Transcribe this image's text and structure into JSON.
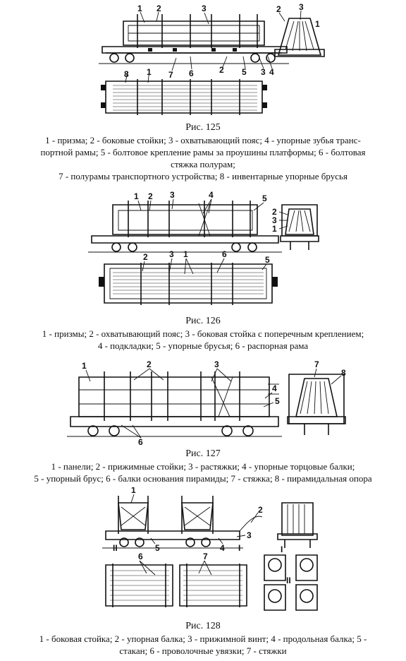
{
  "figures": [
    {
      "title": "Рис. 125",
      "labels": [
        "1",
        "2",
        "3",
        "4",
        "5",
        "6",
        "7",
        "8"
      ],
      "caption_lines": [
        "1 - призма; 2 - боковые стойки; 3 - охватывающий пояс; 4 - упорные зубья транс-",
        "портной рамы; 5 - болтовое крепление рамы за проушины платформы; 6 - болтовая",
        "стяжка полурам;",
        "7 - полурамы транспортного устройства; 8 - инвентарные упорные брусья"
      ]
    },
    {
      "title": "Рис. 126",
      "labels": [
        "1",
        "2",
        "3",
        "4",
        "5",
        "6"
      ],
      "caption_lines": [
        "1 - призмы; 2 - охватывающий пояс; 3 - боковая стойка с поперечным креплением;",
        "4 - подкладки; 5 - упорные брусья; 6 - распорная рама"
      ]
    },
    {
      "title": "Рис. 127",
      "labels": [
        "1",
        "2",
        "3",
        "4",
        "5",
        "6",
        "7",
        "8"
      ],
      "caption_lines": [
        "1 - панели; 2 - прижимные стойки; 3 - растяжки; 4 - упорные торцовые балки;",
        "5 - упорный брус; 6 - балки основания пирамиды; 7 - стяжка; 8 - пирамидальная опора"
      ]
    },
    {
      "title": "Рис. 128",
      "labels": [
        "1",
        "2",
        "3",
        "4",
        "5",
        "6",
        "7",
        "I",
        "II"
      ],
      "caption_lines": [
        "1 - боковая стойка; 2 - упорная балка; 3 - прижимной винт; 4 - продольная балка; 5 -",
        "стакан; 6 - проволочные увязки; 7 - стяжки"
      ]
    }
  ]
}
